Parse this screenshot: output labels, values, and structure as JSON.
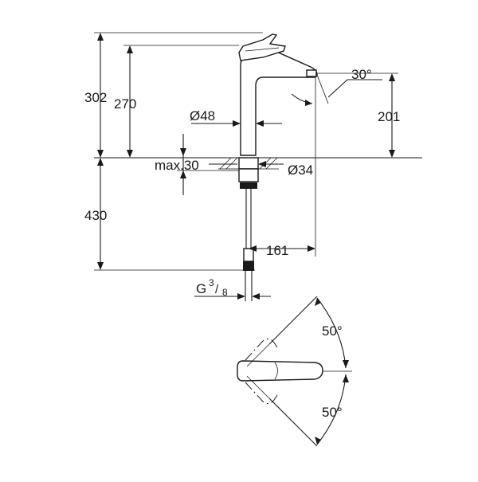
{
  "drawing": {
    "dimensions": {
      "total_height": "302",
      "spout_height": "270",
      "spout_reach_height": "201",
      "spout_diameter": "Ø48",
      "spout_angle": "30°",
      "max_mounting": "max.30",
      "hole_diameter": "Ø34",
      "below_deck": "430",
      "reach": "161",
      "connection_base": "G",
      "connection_num": "3",
      "connection_den": "8",
      "lever_angle_top": "50°",
      "lever_angle_bottom": "50°"
    },
    "colors": {
      "line": "#1a1a1a",
      "background": "#ffffff"
    }
  }
}
